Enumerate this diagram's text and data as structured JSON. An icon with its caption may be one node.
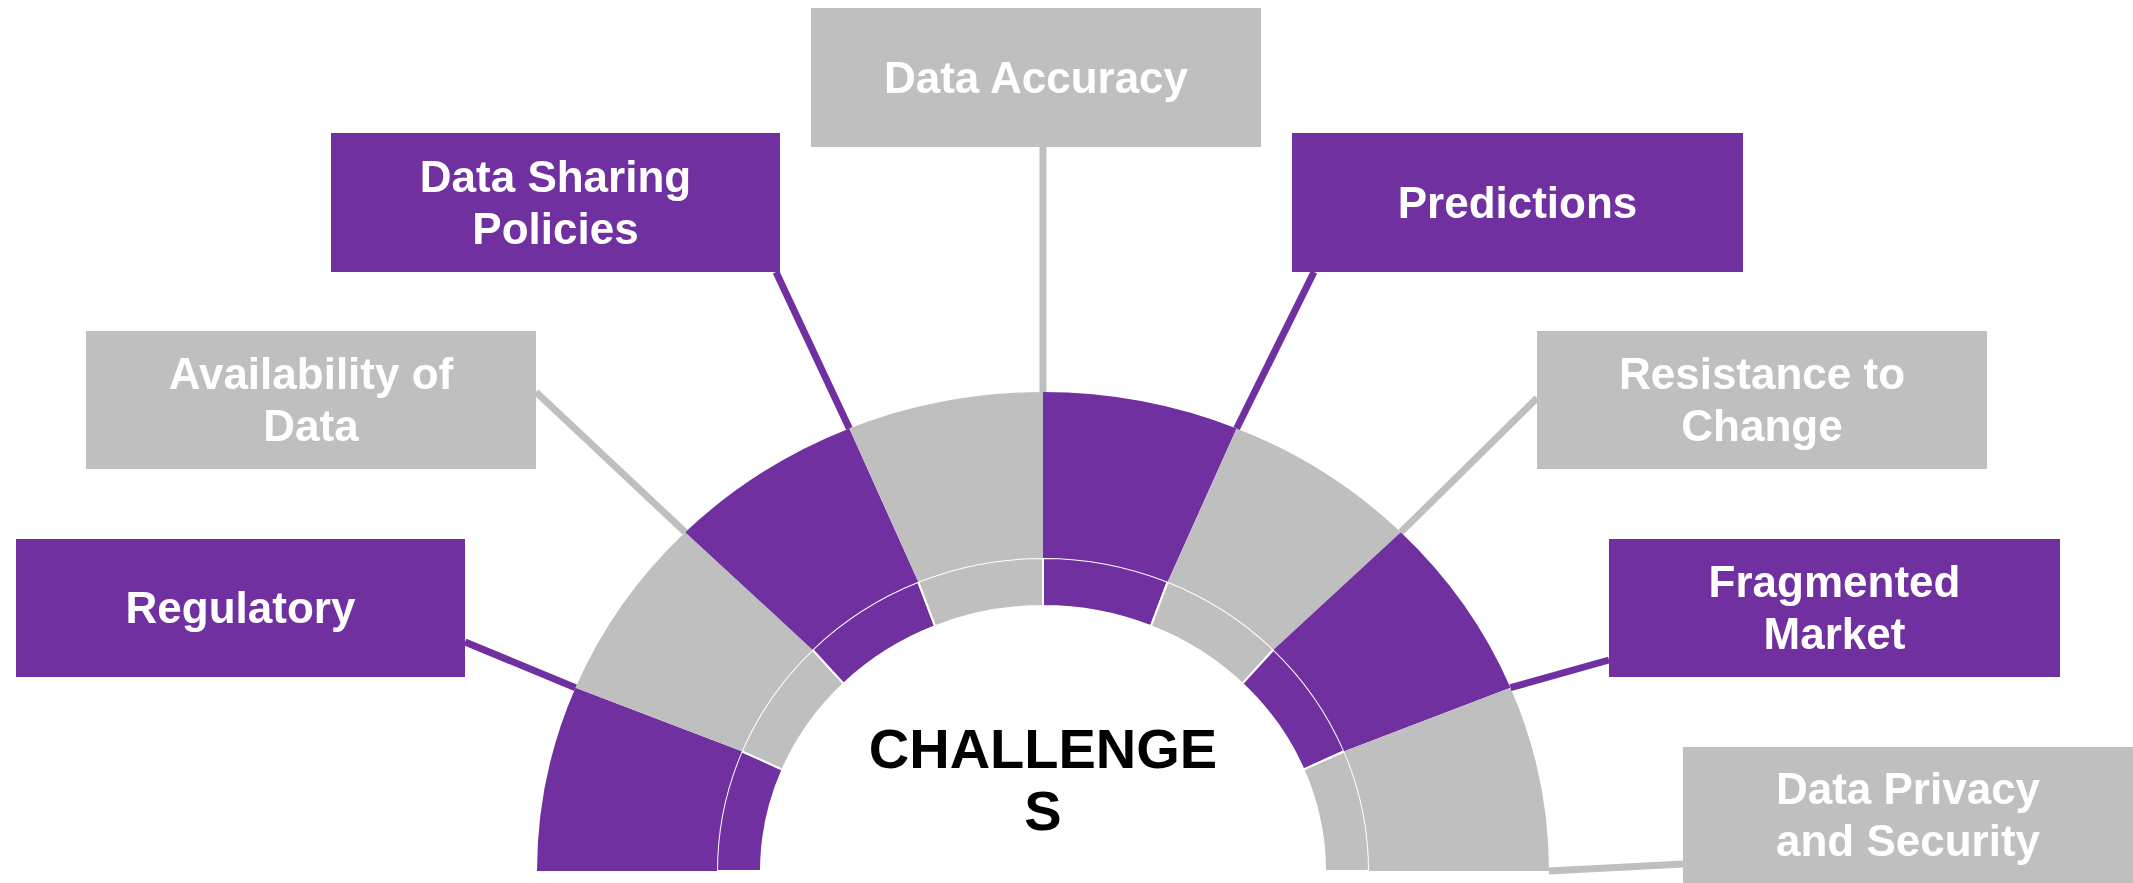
{
  "diagram": {
    "nodes": [
      {
        "text": [
          "Regulatory"
        ]
      },
      {
        "text": [
          "Availability of Data"
        ]
      },
      {
        "text": [
          "Data Sharing Policies"
        ]
      },
      {
        "text": [
          "Data Accuracy"
        ]
      },
      {
        "text": [
          "Predictions"
        ]
      },
      {
        "text": [
          "Resistance to Change"
        ]
      },
      {
        "text": [
          "Fragmented Market"
        ]
      },
      {
        "text": [
          "Data Privacy and Security"
        ]
      },
      {
        "text": [
          "CHALLENGES"
        ]
      },
      {
        "text": [],
        "shape": "segment"
      },
      {
        "text": [],
        "shape": "segment"
      },
      {
        "text": [],
        "shape": "segment"
      },
      {
        "text": [],
        "shape": "segment"
      },
      {
        "text": [],
        "shape": "segment"
      },
      {
        "text": [],
        "shape": "segment"
      },
      {
        "text": [],
        "shape": "segment"
      },
      {
        "text": [],
        "shape": "segment"
      }
    ],
    "edges": [
      {
        "from": 0,
        "to": 9,
        "arrow": "none",
        "color": "#7030a0"
      },
      {
        "from": 1,
        "to": 10,
        "arrow": "none",
        "color": "#bfbfbf"
      },
      {
        "from": 2,
        "to": 11,
        "arrow": "none",
        "color": "#7030a0"
      },
      {
        "from": 3,
        "to": 12,
        "arrow": "none",
        "color": "#bfbfbf"
      },
      {
        "from": 4,
        "to": 13,
        "arrow": "none",
        "color": "#7030a0"
      },
      {
        "from": 5,
        "to": 14,
        "arrow": "none",
        "color": "#bfbfbf"
      },
      {
        "from": 6,
        "to": 15,
        "arrow": "none",
        "color": "#7030a0"
      },
      {
        "from": 7,
        "to": 16,
        "arrow": "none",
        "color": "#bfbfbf"
      }
    ]
  }
}
